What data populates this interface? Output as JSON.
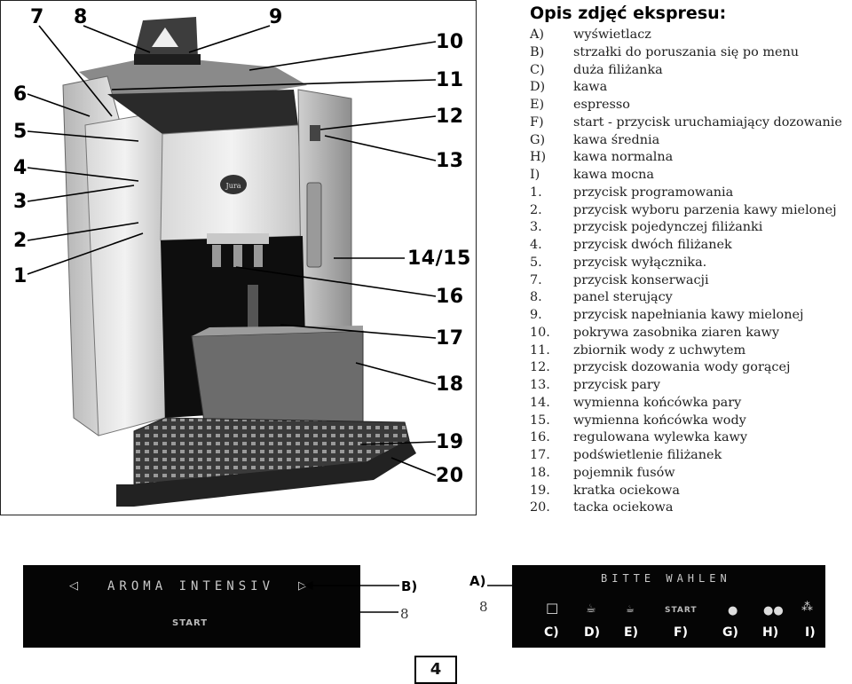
{
  "photo": {
    "callouts": [
      "7",
      "8",
      "9",
      "10",
      "11",
      "12",
      "13",
      "6",
      "5",
      "4",
      "3",
      "2",
      "1",
      "14/15",
      "16",
      "17",
      "18",
      "19",
      "20"
    ],
    "logo_text": "Jura"
  },
  "description": {
    "title": "Opis zdjęć ekspresu:",
    "items": [
      {
        "key": "A)",
        "text": "wyświetlacz"
      },
      {
        "key": "B)",
        "text": "strzałki do poruszania się po menu"
      },
      {
        "key": "C)",
        "text": "duża filiżanka"
      },
      {
        "key": "D)",
        "text": "kawa"
      },
      {
        "key": "E)",
        "text": "espresso"
      },
      {
        "key": "F)",
        "text": "start - przycisk uruchamiający dozowanie"
      },
      {
        "key": "G)",
        "text": "kawa średnia"
      },
      {
        "key": "H)",
        "text": "kawa normalna"
      },
      {
        "key": "I)",
        "text": "kawa mocna"
      },
      {
        "key": "1.",
        "text": "przycisk programowania"
      },
      {
        "key": "2.",
        "text": "przycisk wyboru parzenia kawy mielonej"
      },
      {
        "key": "3.",
        "text": "przycisk pojedynczej filiżanki"
      },
      {
        "key": "4.",
        "text": "przycisk dwóch filiżanek"
      },
      {
        "key": "5.",
        "text": "przycisk wyłącznika."
      },
      {
        "key": "7.",
        "text": "przycisk konserwacji"
      },
      {
        "key": "8.",
        "text": "panel sterujący"
      },
      {
        "key": "9.",
        "text": "przycisk napełniania kawy mielonej"
      },
      {
        "key": "10.",
        "text": "pokrywa zasobnika ziaren kawy"
      },
      {
        "key": "11.",
        "text": "zbiornik wody z uchwytem"
      },
      {
        "key": "12.",
        "text": "przycisk dozowania wody gorącej"
      },
      {
        "key": "13.",
        "text": "przycisk pary"
      },
      {
        "key": "14.",
        "text": "wymienna końcówka pary"
      },
      {
        "key": "15.",
        "text": "wymienna końcówka wody"
      },
      {
        "key": "16.",
        "text": "regulowana wylewka kawy"
      },
      {
        "key": "17.",
        "text": "podświetlenie filiżanek"
      },
      {
        "key": "18.",
        "text": "pojemnik fusów"
      },
      {
        "key": "19.",
        "text": "kratka ociekowa"
      },
      {
        "key": "20.",
        "text": "tacka ociekowa"
      }
    ]
  },
  "panel_left": {
    "display_text": "AROMA  INTENSIV",
    "start_label": "START",
    "label_b": "B)",
    "label_8": "8"
  },
  "panel_right": {
    "display_text": "BITTE  WAHLEN",
    "label_a": "A)",
    "label_8": "8",
    "start_label": "START",
    "button_labels": [
      "C)",
      "D)",
      "E)",
      "F)",
      "G)",
      "H)",
      "I)"
    ],
    "icons": [
      "large-cup-icon",
      "cup-icon",
      "espresso-cup-icon",
      "start",
      "mild-bean-icon",
      "normal-bean-icon",
      "strong-bean-icon"
    ]
  },
  "page_number": "4"
}
